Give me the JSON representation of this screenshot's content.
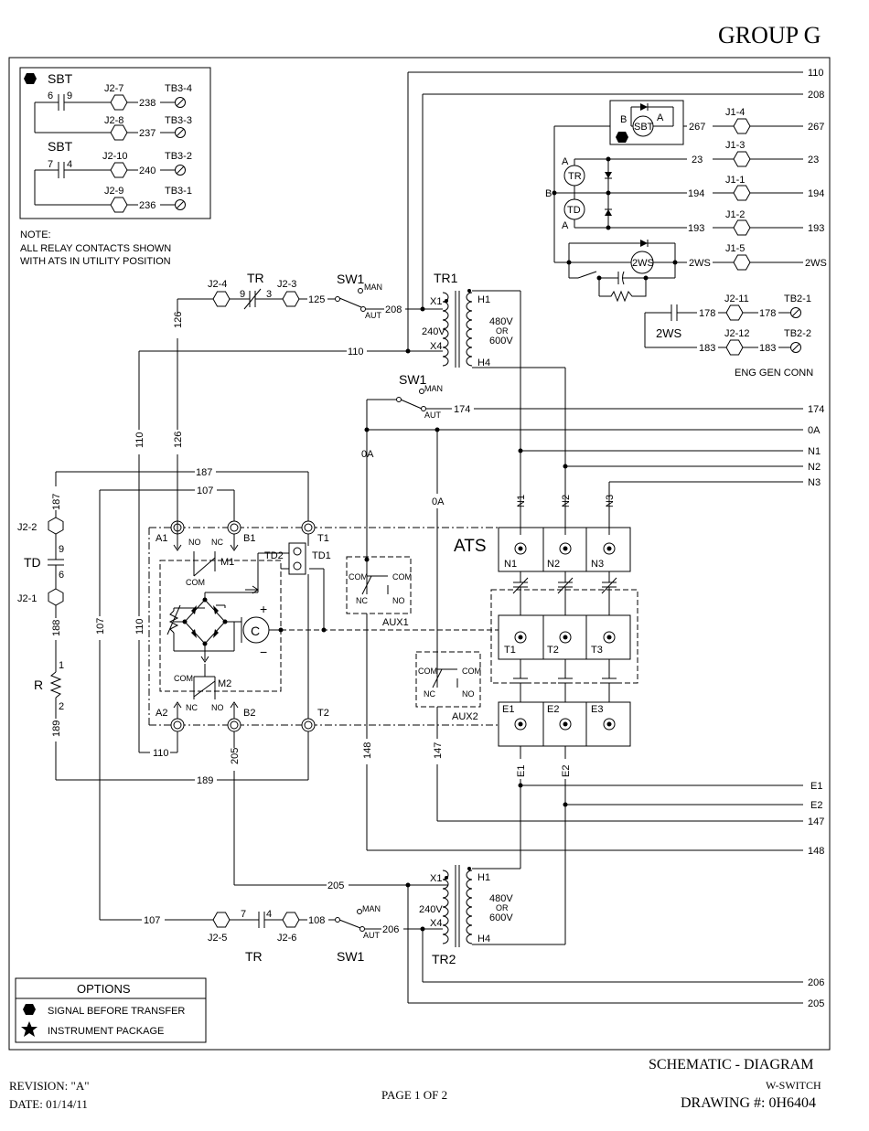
{
  "header": {
    "group": "GROUP G"
  },
  "title_block": {
    "title": "SCHEMATIC - DIAGRAM",
    "subtitle": "W-SWITCH",
    "drawing": "DRAWING #: 0H6404",
    "revision": "REVISION: \"A\"",
    "date": "DATE: 01/14/11",
    "page": "PAGE 1 OF 2"
  },
  "note": {
    "title": "NOTE:",
    "line1": "ALL RELAY CONTACTS SHOWN",
    "line2": "WITH ATS IN UTILITY POSITION"
  },
  "options": {
    "title": "OPTIONS",
    "item1": "SIGNAL BEFORE TRANSFER",
    "item2": "INSTRUMENT PACKAGE"
  },
  "sbt_box": {
    "label1": "SBT",
    "label2": "SBT",
    "c1": "6",
    "c2": "9",
    "c3": "7",
    "c4": "4",
    "j27": "J2-7",
    "j28": "J2-8",
    "j210": "J2-10",
    "j29": "J2-9",
    "w238": "238",
    "w237": "237",
    "w240": "240",
    "w236": "236",
    "tb34": "TB3-4",
    "tb33": "TB3-3",
    "tb32": "TB3-2",
    "tb31": "TB3-1"
  },
  "right_labels": {
    "w110": "110",
    "w208": "208",
    "w267": "267",
    "w23": "23",
    "w194": "194",
    "w193": "193",
    "w2ws": "2WS",
    "w174": "174",
    "w0a": "0A",
    "n1": "N1",
    "n2": "N2",
    "n3": "N3",
    "e1": "E1",
    "e2": "E2",
    "w147": "147",
    "w148": "148",
    "w206": "206",
    "w205": "205"
  },
  "relay_block": {
    "sbt": "SBT",
    "tr": "TR",
    "td": "TD",
    "a": "A",
    "b": "B",
    "b2": "B",
    "a2": "A",
    "a3": "A",
    "j14": "J1-4",
    "j13": "J1-3",
    "j11": "J1-1",
    "j12": "J1-2",
    "j15": "J1-5",
    "w267": "267",
    "w23": "23",
    "w194": "194",
    "w193": "193",
    "w2ws": "2WS",
    "c2ws": "2WS"
  },
  "eng_gen": {
    "j211": "J2-11",
    "j212": "J2-12",
    "tb21": "TB2-1",
    "tb22": "TB2-2",
    "w178a": "178",
    "w178b": "178",
    "w183a": "183",
    "w183b": "183",
    "c2ws": "2WS",
    "caption": "ENG GEN CONN"
  },
  "tr1": {
    "name": "TR1",
    "x1": "X1",
    "x4": "X4",
    "h1": "H1",
    "h4": "H4",
    "v1": "240V",
    "v2": "480V",
    "v3": "OR",
    "v4": "600V"
  },
  "tr2": {
    "name": "TR2",
    "x1": "X1",
    "x4": "X4",
    "h1": "H1",
    "h4": "H4",
    "v1": "240V",
    "v2": "480V",
    "v3": "OR",
    "v4": "600V"
  },
  "top_circuit": {
    "j24": "J2-4",
    "tr": "TR",
    "c9": "9",
    "c3": "3",
    "j23": "J2-3",
    "w125": "125",
    "sw1": "SW1",
    "man": "MAN",
    "aut": "AUT",
    "w208": "208",
    "w126a": "126",
    "w126b": "126",
    "w110": "110"
  },
  "sw1b": {
    "sw1": "SW1",
    "man": "MAN",
    "aut": "AUT",
    "w174": "174"
  },
  "left_circuit": {
    "j22": "J2-2",
    "td": "TD",
    "c9": "9",
    "c6": "6",
    "j21": "J2-1",
    "r": "R",
    "r1": "1",
    "r2": "2",
    "w187a": "187",
    "w187b": "187",
    "w188": "188",
    "w189a": "189",
    "w189b": "189",
    "w107a": "107",
    "w107b": "107",
    "w110a": "110",
    "w110b": "110"
  },
  "controller": {
    "a1": "A1",
    "b1": "B1",
    "t1": "T1",
    "a2": "A2",
    "b2": "B2",
    "t2": "T2",
    "no1": "NO",
    "nc1": "NC",
    "com1": "COM",
    "m1": "M1",
    "td2": "TD2",
    "td1": "TD1",
    "no2": "NO",
    "nc2": "NC",
    "com2": "COM",
    "m2": "M2",
    "c": "C",
    "plus": "+",
    "minus": "−",
    "w205": "205",
    "w148": "148",
    "w147": "147",
    "w0a1": "0A",
    "w0a2": "0A"
  },
  "aux": {
    "aux1": "AUX1",
    "aux2": "AUX2",
    "com": "COM",
    "com2": "COM",
    "nc": "NC",
    "no": "NO"
  },
  "ats": {
    "title": "ATS",
    "n1": "N1",
    "n2": "N2",
    "n3": "N3",
    "t1": "T1",
    "t2": "T2",
    "t3": "T3",
    "e1": "E1",
    "e2": "E2",
    "e3": "E3",
    "wn1": "N1",
    "wn2": "N2",
    "wn3": "N3",
    "we1": "E1",
    "we2": "E2"
  },
  "bottom_circuit": {
    "w107": "107",
    "j25": "J2-5",
    "c7": "7",
    "c4": "4",
    "j26": "J2-6",
    "w108": "108",
    "tr": "TR",
    "sw1": "SW1",
    "man": "MAN",
    "aut": "AUT",
    "w206": "206",
    "w205": "205"
  }
}
